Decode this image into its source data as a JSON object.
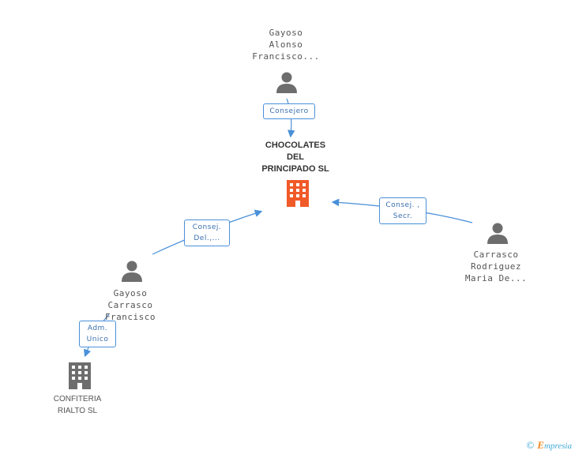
{
  "nodes": {
    "gayoso_alonso": {
      "lines": [
        "Gayoso",
        "Alonso",
        "Francisco..."
      ]
    },
    "chocolates": {
      "lines": [
        "CHOCOLATES",
        "DEL",
        "PRINCIPADO SL"
      ],
      "color": "#f05a28"
    },
    "carrasco": {
      "lines": [
        "Carrasco",
        "Rodriguez",
        "Maria De..."
      ]
    },
    "gayoso_carrasco": {
      "lines": [
        "Gayoso",
        "Carrasco",
        "Francisco"
      ]
    },
    "confiteria": {
      "lines": [
        "CONFITERIA",
        "RIALTO SL"
      ],
      "color": "#6d6d6d"
    }
  },
  "badges": {
    "consejero": {
      "lines": [
        "Consejero"
      ]
    },
    "consej_secr": {
      "lines": [
        "Consej. ,",
        "Secr."
      ]
    },
    "consej_del": {
      "lines": [
        "Consej.",
        "Del.,..."
      ]
    },
    "adm_unico": {
      "lines": [
        "Adm.",
        "Unico"
      ]
    }
  },
  "colors": {
    "person": "#6d6d6d",
    "edge": "#4a90d9"
  },
  "footer": {
    "copyright": "©",
    "brand_initial": "E",
    "brand_rest": "mpresia"
  }
}
